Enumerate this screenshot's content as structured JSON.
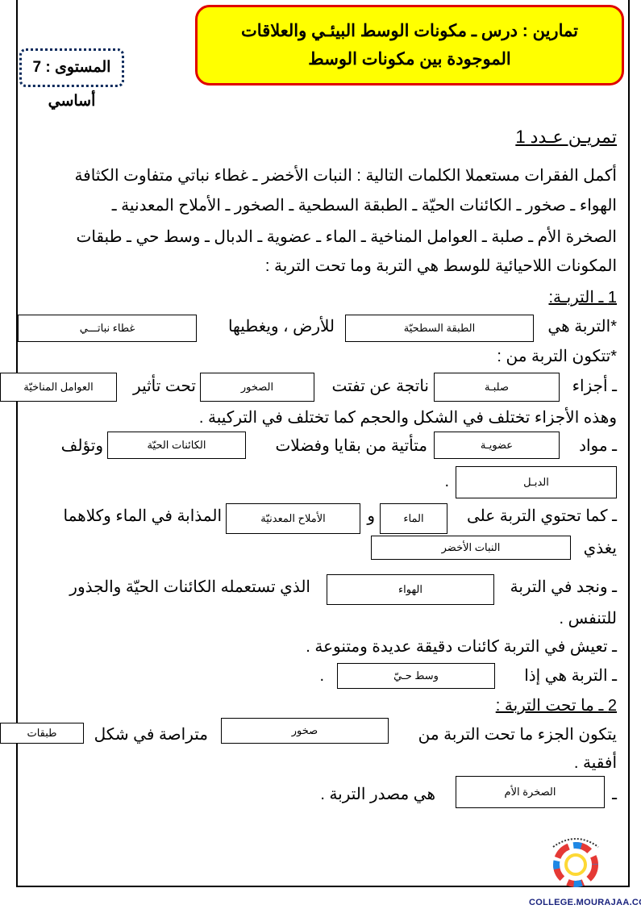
{
  "header": {
    "title_line1": "تمارين : درس ـ مكونات الوسط البيئـي والعلاقات",
    "title_line2": "الموجودة بين مكونات الوسط",
    "level": "المستوى : 7 أساسي"
  },
  "exercise": {
    "heading": "تمريـن عـدد 1",
    "intro": [
      "أكمل الفقرات مستعملا الكلمات التالية : النبات الأخضر ـ غطاء نباتي متفاوت الكثافة",
      "الهواء ـ صخور ـ الكائنات الحيّة ـ الطبقة السطحية ـ الصخور ـ الأملاح المعدنية ـ",
      "الصخرة الأم ـ صلبة ـ العوامل المناخية ـ الماء ـ عضوية ـ الدبال ـ وسط حي ـ طبقات",
      "المكونات اللاحيائية للوسط هي التربة وما تحت التربة :"
    ],
    "section1": "1 ـ التربـة:",
    "l1": {
      "a": "*التربة هي",
      "b": "للأرض ، ويغطيها",
      "box1": "الطبقة السطحيّة",
      "box2": "غطاء نباتـــي"
    },
    "l2": "*تتكون التربة من :",
    "l3": {
      "a": "ـ أجزاء",
      "b": "ناتجة عن تفتت",
      "c": "تحت تأثير",
      "box1": "صلبـة",
      "box2": "الصخور",
      "box3": "العوامل المناخيّة"
    },
    "l4": "وهذه الأجزاء تختلف في الشكل والحجم كما تختلف في التركيبة .",
    "l5": {
      "a": "ـ مواد",
      "b": "متأتية من بقايا وفضلات",
      "c": "وتؤلف",
      "box1": "عضويـة",
      "box2": "الكائنات الحيّة"
    },
    "l6": {
      "box": "الدبـل",
      "dot": "."
    },
    "l7": {
      "a": "ـ كما تحتوي التربة على",
      "b": "و",
      "c": "المذابة في الماء وكلاهما",
      "box1": "الماء",
      "box2": "الأملاح المعدنيّة"
    },
    "l8": {
      "a": "يغذي",
      "box": "النبات الأخضر"
    },
    "l9": {
      "a": "ـ ونجد في التربة",
      "b": "الذي تستعمله الكائنات الحيّة والجذور",
      "box": "الهواء"
    },
    "l10": "للتنفس .",
    "l11": "ـ تعيش في التربة كائنات دقيقة عديدة ومتنوعة .",
    "l12": {
      "a": "ـ التربة هي إذا",
      "dot": ".",
      "box": "وسط حـيّ"
    },
    "section2": "2 ـ ما تحت التربة :",
    "l13": {
      "a": "يتكون الجزء ما تحت التربة من",
      "b": "متراصة في شكل",
      "box1": "صخور",
      "box2": "طبقات"
    },
    "l14": "أفقية .",
    "l15": {
      "a": "ـ",
      "b": "هي مصدر التربة .",
      "box": "الصخرة الأم"
    }
  },
  "footer": {
    "site": "COLLEGE.MOURAJAA.COM",
    "logo_icon": "mourajaa-logo"
  },
  "colors": {
    "title_bg": "#ffff00",
    "title_border": "#e00000",
    "level_border": "#0b2a5c"
  }
}
